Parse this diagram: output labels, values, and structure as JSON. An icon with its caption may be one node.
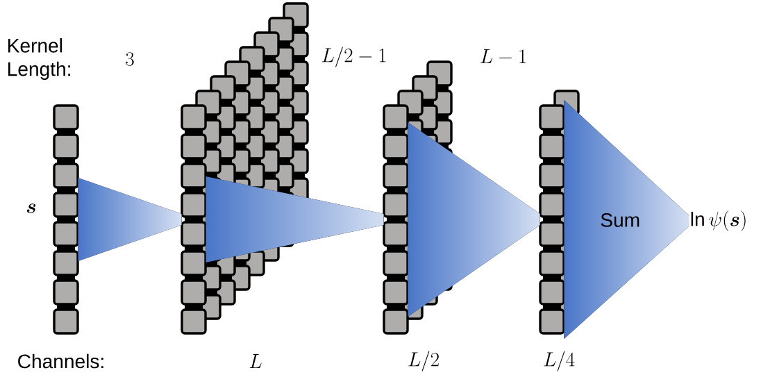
{
  "diagram": {
    "nodes": [
      {
        "text": [],
        "shape": "bar"
      },
      {
        "text": [],
        "shape": "bar"
      },
      {
        "text": [],
        "shape": "bar"
      },
      {
        "text": [],
        "shape": "bar"
      },
      {
        "text": [
          "\\ln\\psi(\\boldsymbol{s})"
        ]
      }
    ],
    "edges": [
      {
        "from": 0,
        "to": 1,
        "arrow": "to"
      },
      {
        "from": 1,
        "to": 2,
        "arrow": "to"
      },
      {
        "from": 2,
        "to": 3,
        "arrow": "to"
      },
      {
        "from": 3,
        "to": 4,
        "arrow": "to",
        "label": "Sum"
      }
    ],
    "labels": [
      "Kernel Length:",
      "3",
      "L/2-1",
      "L-1",
      "\\boldsymbol{s}",
      "Channels:",
      "L",
      "L/2",
      "L/4"
    ]
  }
}
